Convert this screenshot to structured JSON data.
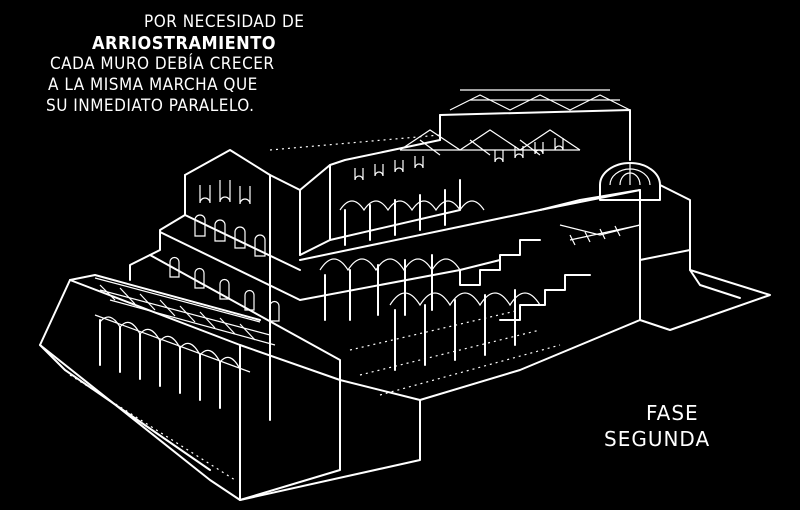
{
  "caption": {
    "line1": "POR NECESIDAD DE",
    "line2": "ARRIOSTRAMIENTO",
    "line3": "CADA MURO DEBÍA CRECER",
    "line4": "A LA MISMA MARCHA QUE",
    "line5": "SU INMEDIATO PARALELO."
  },
  "phase_label": {
    "line1": "FASE",
    "line2": "SEGUNDA"
  },
  "colors": {
    "background": "#000000",
    "ink": "#ffffff"
  }
}
